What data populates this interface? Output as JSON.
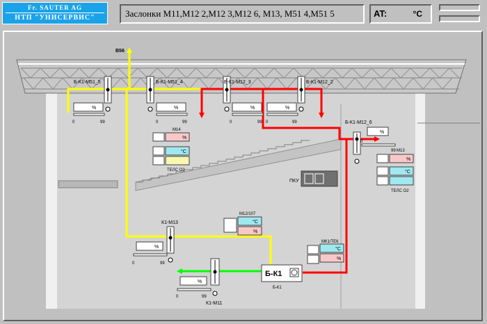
{
  "header": {
    "logo_line1": "Fr. SAUTER AG",
    "logo_line2": "НТП \"УНИСЕРВИС\"",
    "title": "Заслонки М11,М12  2,М12  3,М12  6, М13, М51  4,М51  5",
    "at_label": "AT:",
    "at_unit": "°C"
  },
  "diagram": {
    "exhaust_label": "В56",
    "dampers": [
      {
        "id": "d1",
        "name": "Б-К1-М51_5",
        "value_unit": "%",
        "scale_min": "0",
        "scale_max": "99"
      },
      {
        "id": "d2",
        "name": "Б-К1-М51_4",
        "value_unit": "%",
        "scale_min": "0",
        "scale_max": "99"
      },
      {
        "id": "d3",
        "name": "Б-К1-М12_3",
        "value_unit": "%",
        "scale_min": "0",
        "scale_max": "99"
      },
      {
        "id": "d4",
        "name": "Б-К1-М12_2",
        "value_unit": "%",
        "scale_min": "0",
        "scale_max": "99"
      },
      {
        "id": "d5",
        "name": "Б-К1-М12_6",
        "value_unit": "%",
        "scale_min": "0",
        "scale_max": "99"
      },
      {
        "id": "d6",
        "name": "К1-М13",
        "value_unit": "%",
        "scale_min": "0",
        "scale_max": "99"
      },
      {
        "id": "d7",
        "name": "К1-М11",
        "value_unit": "%",
        "scale_min": "0",
        "scale_max": "99"
      }
    ],
    "sensors": [
      {
        "id": "s1",
        "title": "М14",
        "unit_pct": "%",
        "unit_temp": "°C",
        "sub": "ТЕЛС О2"
      },
      {
        "id": "s2",
        "title": "М13",
        "unit_pct": "%",
        "unit_temp": "°C",
        "sub": "ТЕЛС О2"
      },
      {
        "id": "s3",
        "title": "М12/107",
        "unit_pct": "%",
        "unit_temp": "°C"
      },
      {
        "id": "s4",
        "title": "МК1/ТЕ6",
        "unit_pct": "%",
        "unit_temp": "°C"
      }
    ],
    "unit_name": "Б-К1",
    "unit_caption": "Б-К1",
    "ptk_label": "ПКУ"
  },
  "colors": {
    "yellow": "#ffff00",
    "red": "#ff0000",
    "green": "#00ff00",
    "temp_bg": "#9fe8f0",
    "pct_bg": "#f8c8c8",
    "mode_bg": "#f8f8b0",
    "logo_bg": "#1aa3e8"
  }
}
